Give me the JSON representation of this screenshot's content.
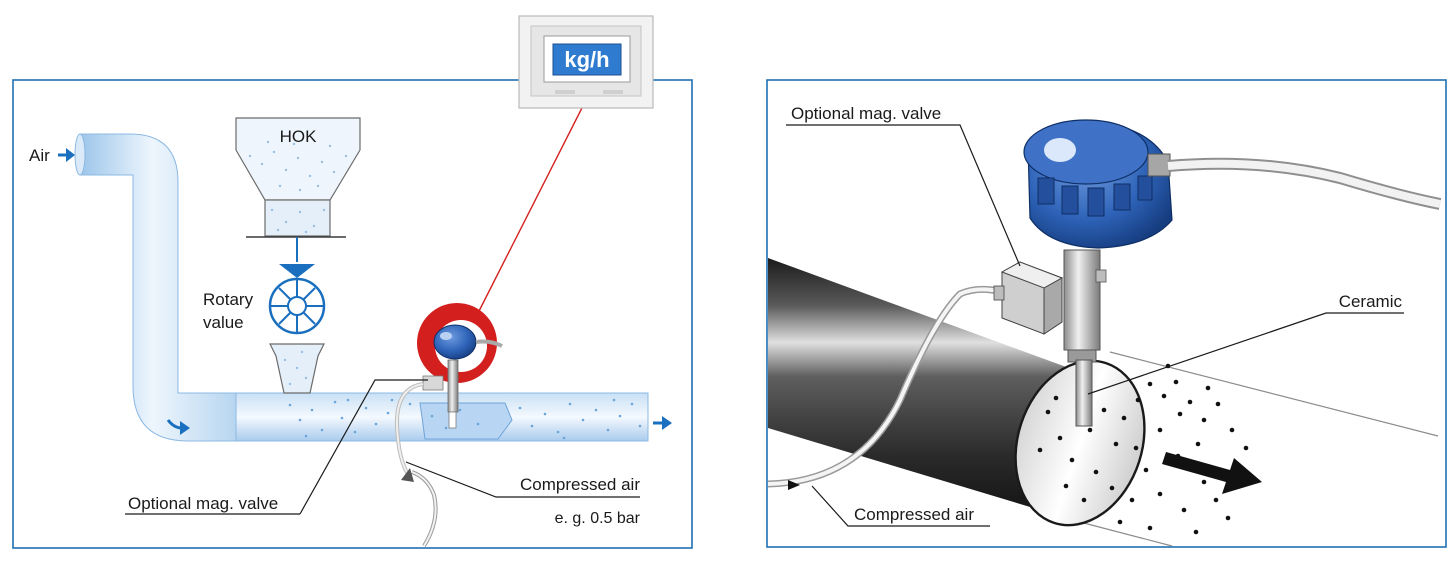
{
  "left_panel": {
    "air_label": "Air",
    "hopper_label": "HOK",
    "rotary_label_line1": "Rotary",
    "rotary_label_line2": "value",
    "display_unit": "kg/h",
    "mag_valve_label": "Optional mag. valve",
    "compressed_air_label": "Compressed air",
    "pressure_label": "e. g. 0.5 bar"
  },
  "right_panel": {
    "mag_valve_label": "Optional mag. valve",
    "ceramic_label": "Ceramic",
    "compressed_air_label": "Compressed air"
  },
  "colors": {
    "frame_blue": "#1f6fb2",
    "flow_arrow_blue": "#1a6fbf",
    "sensor_blue": "#2e63b8",
    "highlight_red": "#d41f1f",
    "pipe_dark": "#262626",
    "pipe_light_blue": "#cfe3f6",
    "display_blue": "#2f7bd0"
  }
}
